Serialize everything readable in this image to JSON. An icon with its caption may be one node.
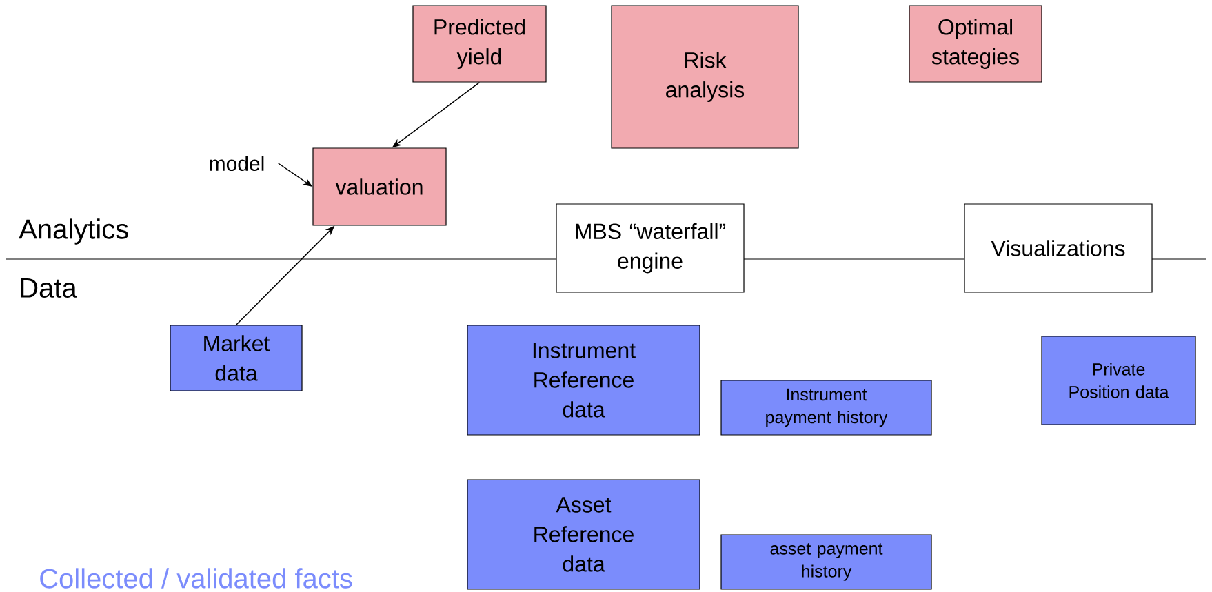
{
  "diagram": {
    "nodes": [
      {
        "text": [
          "Predicted yield"
        ]
      },
      {
        "text": [
          "Risk analysis"
        ]
      },
      {
        "text": [
          "Optimal stategies"
        ]
      },
      {
        "text": [
          "model"
        ]
      },
      {
        "text": [
          "valuation"
        ]
      },
      {
        "text": [
          "MBS “waterfall” engine"
        ]
      },
      {
        "text": [
          "Visualizations"
        ]
      },
      {
        "text": [
          "Market data"
        ]
      },
      {
        "text": [
          "Instrument Reference data"
        ]
      },
      {
        "text": [
          "Instrument payment history"
        ]
      },
      {
        "text": [
          "Private Position data"
        ]
      },
      {
        "text": [
          "Asset Reference data"
        ]
      },
      {
        "text": [
          "asset payment history"
        ]
      }
    ],
    "edges": [
      {
        "from": 0,
        "to": 4,
        "arrow": "to"
      },
      {
        "from": 3,
        "to": 4,
        "arrow": "to"
      },
      {
        "from": 7,
        "to": 4,
        "arrow": "to"
      }
    ],
    "labels": [
      "Analytics",
      "Data",
      "Collected / validated facts"
    ]
  }
}
